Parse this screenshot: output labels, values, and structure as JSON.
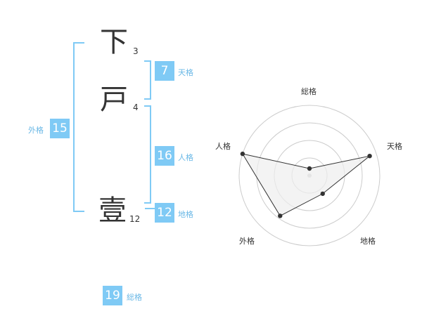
{
  "name": {
    "chars": [
      {
        "char": "下",
        "strokes": "3"
      },
      {
        "char": "戸",
        "strokes": "4"
      },
      {
        "char": "壹",
        "strokes": "12"
      }
    ]
  },
  "fortune": {
    "tenkaku": {
      "value": "7",
      "label": "天格"
    },
    "jinkaku": {
      "value": "16",
      "label": "人格"
    },
    "chikaku": {
      "value": "12",
      "label": "地格"
    },
    "gaikaku": {
      "value": "15",
      "label": "外格"
    },
    "soukaku": {
      "value": "19",
      "label": "総格"
    }
  },
  "radar": {
    "axes": [
      "総格",
      "天格",
      "地格",
      "外格",
      "人格"
    ],
    "values": [
      0.1,
      0.9,
      0.32,
      0.71,
      1.0
    ],
    "rings": 4,
    "colors": {
      "grid": "#cccccc",
      "fill": "#eeeeee",
      "line": "#333333",
      "point": "#333333"
    }
  }
}
